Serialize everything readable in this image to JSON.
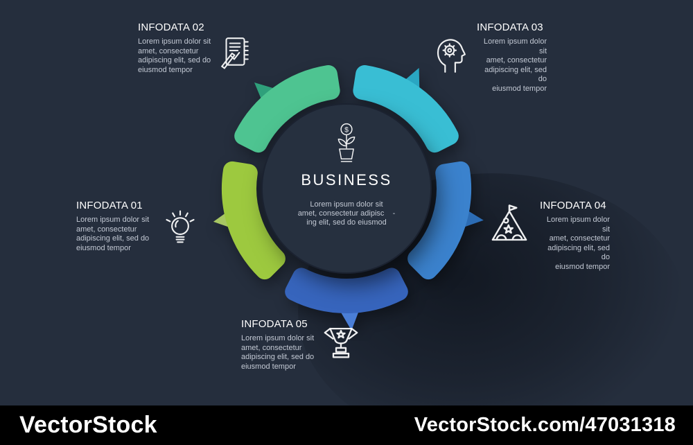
{
  "page": {
    "background_color": "#252e3d"
  },
  "wheel": {
    "center": {
      "icon": "money-plant-icon",
      "title": "BUSINESS",
      "body_lines": [
        "Lorem ipsum dolor sit",
        "amet, consectetur adipisc    -",
        "ing elit, sed do eiusmod"
      ],
      "circle_color": "#26303f"
    },
    "segments": [
      {
        "id": "01",
        "position": "left",
        "color": "#9dc93f",
        "arrow_color": "#a7c763"
      },
      {
        "id": "02",
        "position": "top-left",
        "color": "#4ec491",
        "arrow_color": "#2fa07b"
      },
      {
        "id": "03",
        "position": "top-right",
        "color": "#39bed4",
        "arrow_color": "#2aa6c2"
      },
      {
        "id": "04",
        "position": "right",
        "color": "#3b82cd",
        "arrow_color": "#2c6cb4"
      },
      {
        "id": "05",
        "position": "bottom",
        "color": "#3765bd",
        "arrow_color": "#4a7ed6"
      }
    ]
  },
  "infodata": [
    {
      "title": "INFODATA 01",
      "icon": "lightbulb-icon",
      "body_lines": [
        "Lorem ipsum dolor sit",
        "amet, consectetur",
        "adipiscing elit, sed do",
        "eiusmod tempor"
      ]
    },
    {
      "title": "INFODATA 02",
      "icon": "notepad-pen-icon",
      "body_lines": [
        "Lorem ipsum dolor sit",
        "amet, consectetur",
        "adipiscing elit, sed do",
        "eiusmod tempor"
      ]
    },
    {
      "title": "INFODATA 03",
      "icon": "head-gear-icon",
      "body_lines": [
        "Lorem ipsum dolor sit",
        "amet, consectetur",
        "adipiscing elit, sed do",
        "eiusmod tempor"
      ]
    },
    {
      "title": "INFODATA 04",
      "icon": "mountain-flag-icon",
      "body_lines": [
        "Lorem ipsum dolor sit",
        "amet, consectetur",
        "adipiscing elit, sed do",
        "eiusmod tempor"
      ]
    },
    {
      "title": "INFODATA 05",
      "icon": "trophy-icon",
      "body_lines": [
        "Lorem ipsum dolor sit",
        "amet, consectetur",
        "adipiscing elit, sed do",
        "eiusmod tempor"
      ]
    }
  ],
  "watermark": {
    "left_text": "VectorStock",
    "right_text": "VectorStock.com/47031318",
    "bar_color": "#000000"
  }
}
